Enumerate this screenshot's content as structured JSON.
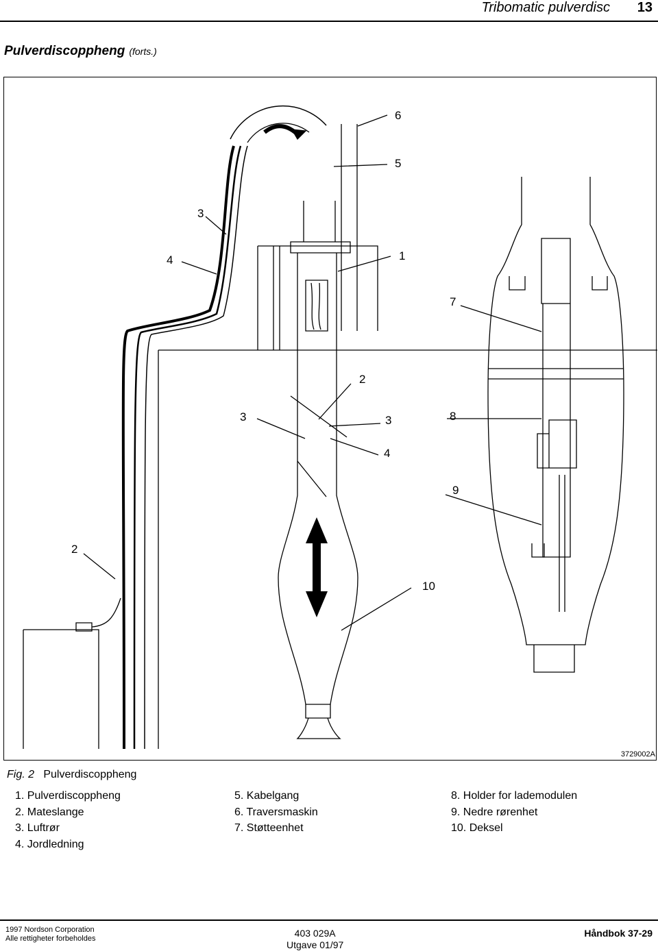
{
  "header": {
    "title": "Tribomatic pulverdisc",
    "page_number": "13"
  },
  "section": {
    "title": "Pulverdiscoppheng",
    "subtitle": "(forts.)"
  },
  "figure": {
    "code": "3729002A",
    "callouts": [
      "6",
      "5",
      "3",
      "4",
      "1",
      "7",
      "2",
      "3",
      "3",
      "8",
      "4",
      "9",
      "2",
      "10"
    ],
    "caption_prefix": "Fig. 2",
    "caption_title": "Pulverdiscoppheng"
  },
  "legend": {
    "col1": [
      "1. Pulverdiscoppheng",
      "2. Mateslange",
      "3. Luftrør",
      "4. Jordledning"
    ],
    "col2": [
      "5. Kabelgang",
      "6. Traversmaskin",
      "7. Støtteenhet"
    ],
    "col3": [
      "8. Holder for lademodulen",
      "9. Nedre rørenhet",
      "10. Deksel"
    ]
  },
  "footer": {
    "copyright": " 1997 Nordson Corporation",
    "rights": "Alle rettigheter forbeholdes",
    "part_number": "403 029A",
    "edition": "Utgave 01/97",
    "manual": "Håndbok 37-29"
  }
}
